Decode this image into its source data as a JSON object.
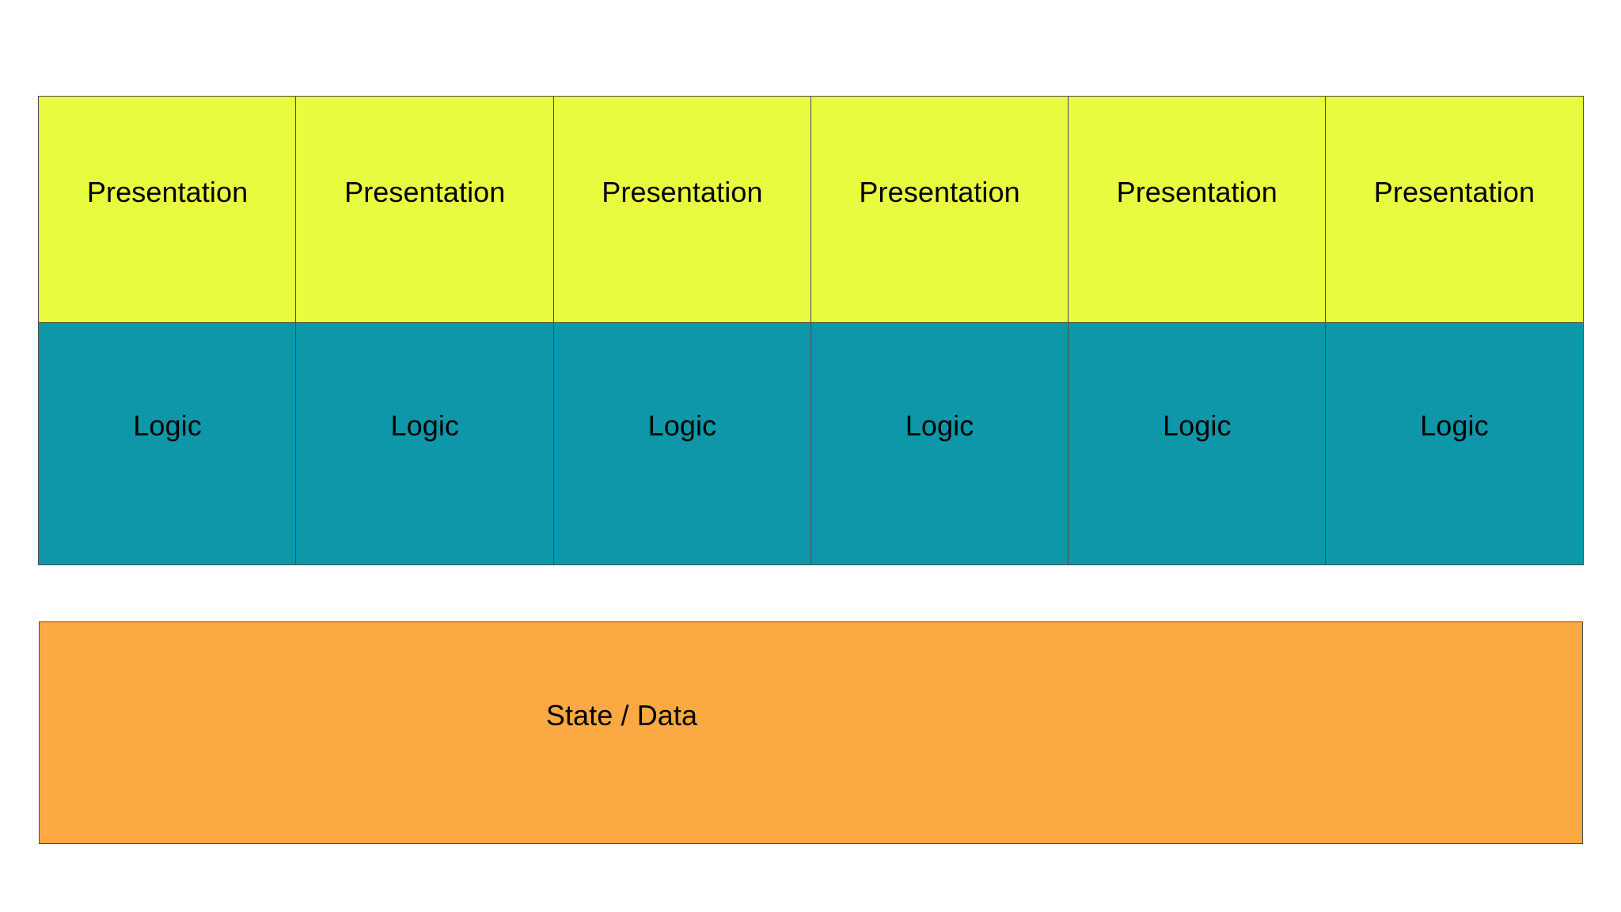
{
  "diagram": {
    "type": "layered-architecture",
    "background_color": "#ffffff",
    "border_color": "#4d4d4d",
    "text_color": "#000000",
    "layers": [
      {
        "name": "presentation",
        "label": "Presentation",
        "color": "#e9fb3f",
        "segmented": true,
        "segment_count": 6
      },
      {
        "name": "logic",
        "label": "Logic",
        "color": "#0d97a8",
        "segmented": true,
        "segment_count": 6
      },
      {
        "name": "state-data",
        "label": "State / Data",
        "color": "#fba942",
        "segmented": false,
        "segment_count": 1
      }
    ],
    "columns": [
      {
        "presentation_label": "Presentation",
        "logic_label": "Logic"
      },
      {
        "presentation_label": "Presentation",
        "logic_label": "Logic"
      },
      {
        "presentation_label": "Presentation",
        "logic_label": "Logic"
      },
      {
        "presentation_label": "Presentation",
        "logic_label": "Logic"
      },
      {
        "presentation_label": "Presentation",
        "logic_label": "Logic"
      },
      {
        "presentation_label": "Presentation",
        "logic_label": "Logic"
      }
    ],
    "state_band": {
      "label": "State / Data"
    }
  }
}
